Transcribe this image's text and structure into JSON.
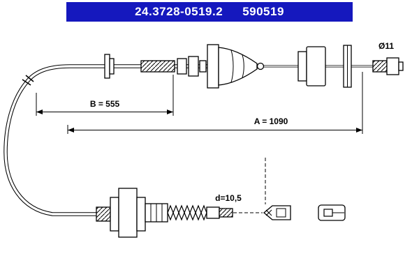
{
  "header": {
    "part_number": "24.3728-0519.2",
    "ref_number": "590519"
  },
  "labels": {
    "dim_b": "B = 555",
    "dim_a": "A = 1090",
    "diameter_rod": "Ø11",
    "diameter_inner": "d=10,5"
  },
  "colors": {
    "header_bg": "#1518BE",
    "header_text": "#FFFFFF",
    "line": "#000000",
    "background": "#FFFFFF"
  },
  "diagram": {
    "type": "technical-drawing",
    "subject": "clutch cable assembly"
  }
}
